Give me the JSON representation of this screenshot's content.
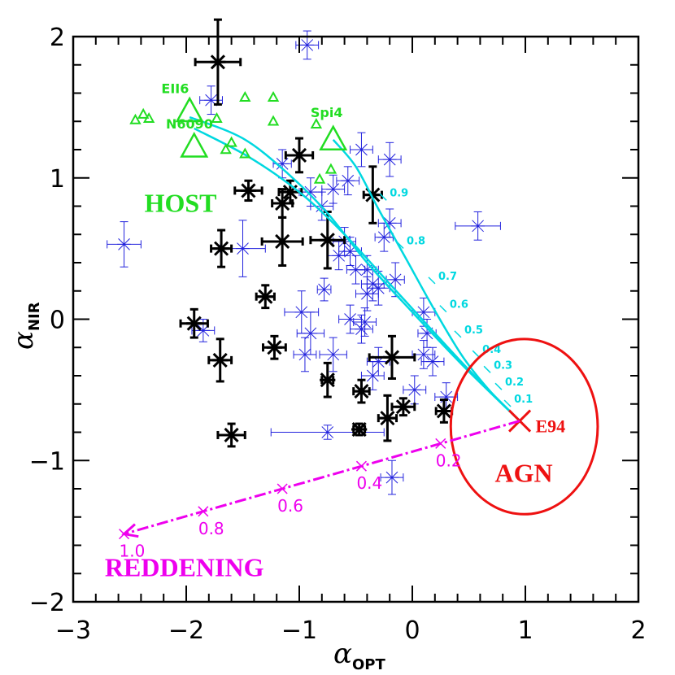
{
  "chart_data": {
    "type": "scatter",
    "xlabel": "α",
    "xlabel_sub": "OPT",
    "ylabel": "α",
    "ylabel_sub": "NIR",
    "xlim": [
      -3,
      2
    ],
    "ylim": [
      -2,
      2
    ],
    "x_ticks": [
      -3,
      -2,
      -1,
      0,
      1,
      2
    ],
    "x_tick_labels": [
      "−3",
      "−2",
      "−1",
      "0",
      "1",
      "2"
    ],
    "y_ticks": [
      -2,
      -1,
      0,
      1,
      2
    ],
    "y_tick_labels": [
      "−2",
      "−1",
      "0",
      "1",
      "2"
    ],
    "colors": {
      "black_points": "#000000",
      "blue_points": "#2222dd",
      "host": "#22dd22",
      "agn": "#ee1111",
      "mixing": "#00d8e0",
      "reddening": "#ee00ee"
    },
    "series": [
      {
        "name": "black",
        "points": [
          {
            "x": -1.72,
            "y": 1.82,
            "xe": 0.2,
            "ye": 0.3
          },
          {
            "x": -1.45,
            "y": 0.91,
            "xe": 0.12,
            "ye": 0.07
          },
          {
            "x": -1.69,
            "y": 0.5,
            "xe": 0.09,
            "ye": 0.13
          },
          {
            "x": -1.15,
            "y": 0.82,
            "xe": 0.09,
            "ye": 0.1
          },
          {
            "x": -1.08,
            "y": 0.9,
            "xe": 0.1,
            "ye": 0.08
          },
          {
            "x": -1.0,
            "y": 1.16,
            "xe": 0.12,
            "ye": 0.12
          },
          {
            "x": -1.15,
            "y": 0.55,
            "xe": 0.18,
            "ye": 0.17
          },
          {
            "x": -0.75,
            "y": 0.56,
            "xe": 0.15,
            "ye": 0.2
          },
          {
            "x": -0.35,
            "y": 0.88,
            "xe": 0.08,
            "ye": 0.2
          },
          {
            "x": -1.3,
            "y": 0.16,
            "xe": 0.08,
            "ye": 0.08
          },
          {
            "x": -1.93,
            "y": -0.03,
            "xe": 0.12,
            "ye": 0.1
          },
          {
            "x": -1.22,
            "y": -0.2,
            "xe": 0.1,
            "ye": 0.08
          },
          {
            "x": -1.7,
            "y": -0.29,
            "xe": 0.1,
            "ye": 0.15
          },
          {
            "x": -0.75,
            "y": -0.43,
            "xe": 0.05,
            "ye": 0.12
          },
          {
            "x": -0.45,
            "y": -0.51,
            "xe": 0.07,
            "ye": 0.08
          },
          {
            "x": -0.18,
            "y": -0.27,
            "xe": 0.2,
            "ye": 0.15
          },
          {
            "x": -0.08,
            "y": -0.62,
            "xe": 0.1,
            "ye": 0.06
          },
          {
            "x": -0.22,
            "y": -0.7,
            "xe": 0.08,
            "ye": 0.16
          },
          {
            "x": 0.28,
            "y": -0.65,
            "xe": 0.07,
            "ye": 0.08
          },
          {
            "x": -1.6,
            "y": -0.82,
            "xe": 0.12,
            "ye": 0.08
          },
          {
            "x": -0.47,
            "y": -0.78,
            "xe": 0.05,
            "ye": 0.04
          }
        ]
      },
      {
        "name": "blue",
        "points": [
          {
            "x": -0.93,
            "y": 1.94,
            "xe": 0.1,
            "ye": 0.1
          },
          {
            "x": -1.78,
            "y": 1.55,
            "xe": 0.1,
            "ye": 0.1
          },
          {
            "x": -1.15,
            "y": 1.1,
            "xe": 0.08,
            "ye": 0.1
          },
          {
            "x": -0.45,
            "y": 1.2,
            "xe": 0.1,
            "ye": 0.12
          },
          {
            "x": -0.2,
            "y": 1.13,
            "xe": 0.1,
            "ye": 0.12
          },
          {
            "x": -0.57,
            "y": 0.98,
            "xe": 0.1,
            "ye": 0.1
          },
          {
            "x": -0.7,
            "y": 0.92,
            "xe": 0.1,
            "ye": 0.1
          },
          {
            "x": -0.8,
            "y": 0.8,
            "xe": 0.1,
            "ye": 0.1
          },
          {
            "x": -0.9,
            "y": 0.9,
            "xe": 0.1,
            "ye": 0.1
          },
          {
            "x": -2.55,
            "y": 0.53,
            "xe": 0.15,
            "ye": 0.16
          },
          {
            "x": 0.58,
            "y": 0.66,
            "xe": 0.2,
            "ye": 0.1
          },
          {
            "x": -1.5,
            "y": 0.5,
            "xe": 0.2,
            "ye": 0.2
          },
          {
            "x": -0.6,
            "y": 0.55,
            "xe": 0.1,
            "ye": 0.1
          },
          {
            "x": -0.55,
            "y": 0.48,
            "xe": 0.1,
            "ye": 0.1
          },
          {
            "x": -0.65,
            "y": 0.45,
            "xe": 0.1,
            "ye": 0.1
          },
          {
            "x": -0.2,
            "y": 0.68,
            "xe": 0.1,
            "ye": 0.1
          },
          {
            "x": -0.25,
            "y": 0.58,
            "xe": 0.08,
            "ye": 0.1
          },
          {
            "x": -0.4,
            "y": 0.35,
            "xe": 0.1,
            "ye": 0.1
          },
          {
            "x": -0.5,
            "y": 0.35,
            "xe": 0.08,
            "ye": 0.1
          },
          {
            "x": -0.35,
            "y": 0.25,
            "xe": 0.1,
            "ye": 0.12
          },
          {
            "x": -0.3,
            "y": 0.22,
            "xe": 0.1,
            "ye": 0.12
          },
          {
            "x": -0.15,
            "y": 0.28,
            "xe": 0.08,
            "ye": 0.12
          },
          {
            "x": -0.4,
            "y": 0.18,
            "xe": 0.1,
            "ye": 0.12
          },
          {
            "x": -0.78,
            "y": 0.21,
            "xe": 0.06,
            "ye": 0.08
          },
          {
            "x": -0.98,
            "y": 0.05,
            "xe": 0.15,
            "ye": 0.15
          },
          {
            "x": -0.9,
            "y": -0.1,
            "xe": 0.12,
            "ye": 0.15
          },
          {
            "x": -0.55,
            "y": 0.0,
            "xe": 0.1,
            "ye": 0.1
          },
          {
            "x": -0.42,
            "y": -0.02,
            "xe": 0.1,
            "ye": 0.1
          },
          {
            "x": -0.45,
            "y": -0.07,
            "xe": 0.1,
            "ye": 0.1
          },
          {
            "x": 0.1,
            "y": 0.05,
            "xe": 0.1,
            "ye": 0.1
          },
          {
            "x": 0.13,
            "y": -0.1,
            "xe": 0.08,
            "ye": 0.1
          },
          {
            "x": -1.85,
            "y": -0.08,
            "xe": 0.1,
            "ye": 0.08
          },
          {
            "x": -0.95,
            "y": -0.25,
            "xe": 0.1,
            "ye": 0.12
          },
          {
            "x": -0.7,
            "y": -0.25,
            "xe": 0.12,
            "ye": 0.12
          },
          {
            "x": -0.3,
            "y": -0.3,
            "xe": 0.1,
            "ye": 0.1
          },
          {
            "x": -0.35,
            "y": -0.4,
            "xe": 0.1,
            "ye": 0.1
          },
          {
            "x": 0.1,
            "y": -0.25,
            "xe": 0.1,
            "ye": 0.1
          },
          {
            "x": 0.18,
            "y": -0.3,
            "xe": 0.1,
            "ye": 0.1
          },
          {
            "x": 0.3,
            "y": -0.55,
            "xe": 0.1,
            "ye": 0.1
          },
          {
            "x": 0.02,
            "y": -0.5,
            "xe": 0.1,
            "ye": 0.1
          },
          {
            "x": -0.75,
            "y": -0.8,
            "xe": 0.5,
            "ye": 0.05
          },
          {
            "x": -0.18,
            "y": -1.12,
            "xe": 0.1,
            "ye": 0.12
          }
        ]
      }
    ],
    "host": {
      "label": "HOST",
      "small_triangles": [
        {
          "x": -2.45,
          "y": 1.41
        },
        {
          "x": -2.38,
          "y": 1.45
        },
        {
          "x": -2.33,
          "y": 1.42
        },
        {
          "x": -1.73,
          "y": 1.42
        },
        {
          "x": -1.48,
          "y": 1.57
        },
        {
          "x": -1.23,
          "y": 1.57
        },
        {
          "x": -1.23,
          "y": 1.4
        },
        {
          "x": -1.6,
          "y": 1.25
        },
        {
          "x": -1.65,
          "y": 1.2
        },
        {
          "x": -1.48,
          "y": 1.17
        },
        {
          "x": -0.85,
          "y": 1.38
        },
        {
          "x": -0.72,
          "y": 1.06
        },
        {
          "x": -0.82,
          "y": 0.99
        }
      ],
      "large_triangles": [
        {
          "x": -1.97,
          "y": 1.47,
          "label": "EII6"
        },
        {
          "x": -1.93,
          "y": 1.22,
          "label": "N6090"
        },
        {
          "x": -0.7,
          "y": 1.27,
          "label": "Spi4"
        }
      ]
    },
    "agn": {
      "label": "AGN",
      "point_label": "E94",
      "x": 0.95,
      "y": -0.72,
      "ellipse_rx": 0.65,
      "ellipse_ry": 0.62,
      "ellipse_cx": 0.99,
      "ellipse_cy": -0.76
    },
    "mixing_curves": {
      "fraction_labels": [
        "0.9",
        "0.8",
        "0.7",
        "0.6",
        "0.5",
        "0.4",
        "0.3",
        "0.2",
        "0.1"
      ],
      "curves": [
        [
          [
            -1.93,
            1.35
          ],
          [
            -1.45,
            1.15
          ],
          [
            -1.0,
            0.9
          ],
          [
            -0.6,
            0.6
          ],
          [
            -0.2,
            0.25
          ],
          [
            0.2,
            -0.1
          ],
          [
            0.55,
            -0.4
          ],
          [
            0.95,
            -0.72
          ]
        ],
        [
          [
            -1.97,
            1.43
          ],
          [
            -1.5,
            1.28
          ],
          [
            -1.1,
            1.03
          ],
          [
            -0.75,
            0.75
          ],
          [
            -0.4,
            0.4
          ],
          [
            0.0,
            0.05
          ],
          [
            0.45,
            -0.33
          ],
          [
            0.95,
            -0.72
          ]
        ],
        [
          [
            -0.7,
            1.27
          ],
          [
            -0.5,
            1.08
          ],
          [
            -0.3,
            0.78
          ],
          [
            -0.05,
            0.42
          ],
          [
            0.2,
            0.06
          ],
          [
            0.45,
            -0.27
          ],
          [
            0.7,
            -0.52
          ],
          [
            0.95,
            -0.72
          ]
        ]
      ]
    },
    "reddening": {
      "label": "REDDENING",
      "start": [
        0.95,
        -0.72
      ],
      "end": [
        -2.55,
        -1.52
      ],
      "tick_labels": [
        "0.2",
        "0.4",
        "0.6",
        "0.8",
        "1.0"
      ]
    }
  }
}
